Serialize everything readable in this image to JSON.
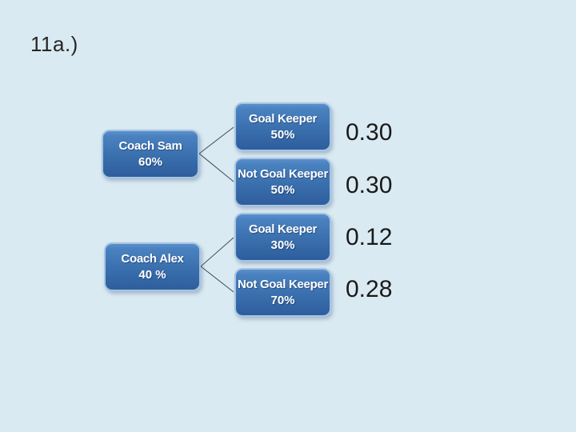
{
  "slide": {
    "title": "11a.)"
  },
  "colors": {
    "background": "#daeaf2",
    "box_fill_top": "#4a82c0",
    "box_fill_bottom": "#2e5d9d",
    "box_border": "#a6c5e2",
    "box_text": "#ffffff",
    "connector": "#3f4a54",
    "value_text": "#1a1a1a"
  },
  "tree": {
    "parents": [
      {
        "label": "Coach Sam",
        "percent": "60%",
        "children": [
          {
            "label": "Goal Keeper",
            "percent": "50%",
            "value": "0.30"
          },
          {
            "label": "Not Goal Keeper",
            "percent": "50%",
            "value": "0.30"
          }
        ]
      },
      {
        "label": "Coach Alex",
        "percent": "40 %",
        "children": [
          {
            "label": "Goal Keeper",
            "percent": "30%",
            "value": "0.12"
          },
          {
            "label": "Not Goal Keeper",
            "percent": "70%",
            "value": "0.28"
          }
        ]
      }
    ]
  }
}
